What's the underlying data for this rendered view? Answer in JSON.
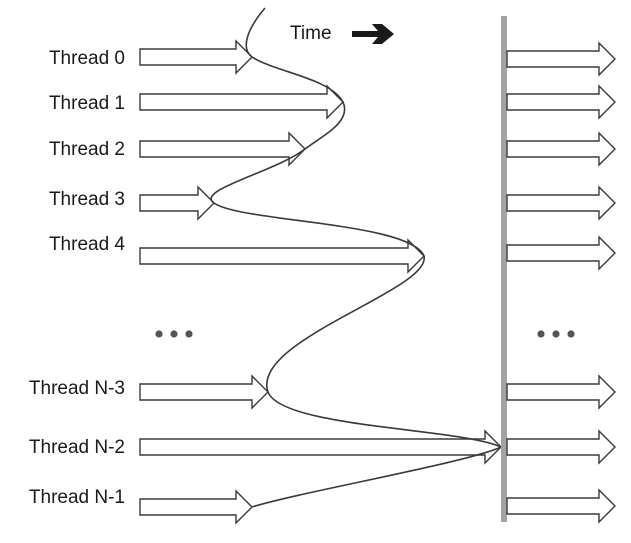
{
  "time_label": "Time",
  "ellipsis": "...",
  "threads": [
    {
      "label": "Thread 0"
    },
    {
      "label": "Thread 1"
    },
    {
      "label": "Thread 2"
    },
    {
      "label": "Thread 3"
    },
    {
      "label": "Thread 4"
    },
    {
      "label": "Thread N-3"
    },
    {
      "label": "Thread N-2"
    },
    {
      "label": "Thread N-1"
    }
  ],
  "colors": {
    "barrier": "#a3a3a3",
    "stroke": "#3a3a3a",
    "time_arrow": "#1a1a1a"
  }
}
